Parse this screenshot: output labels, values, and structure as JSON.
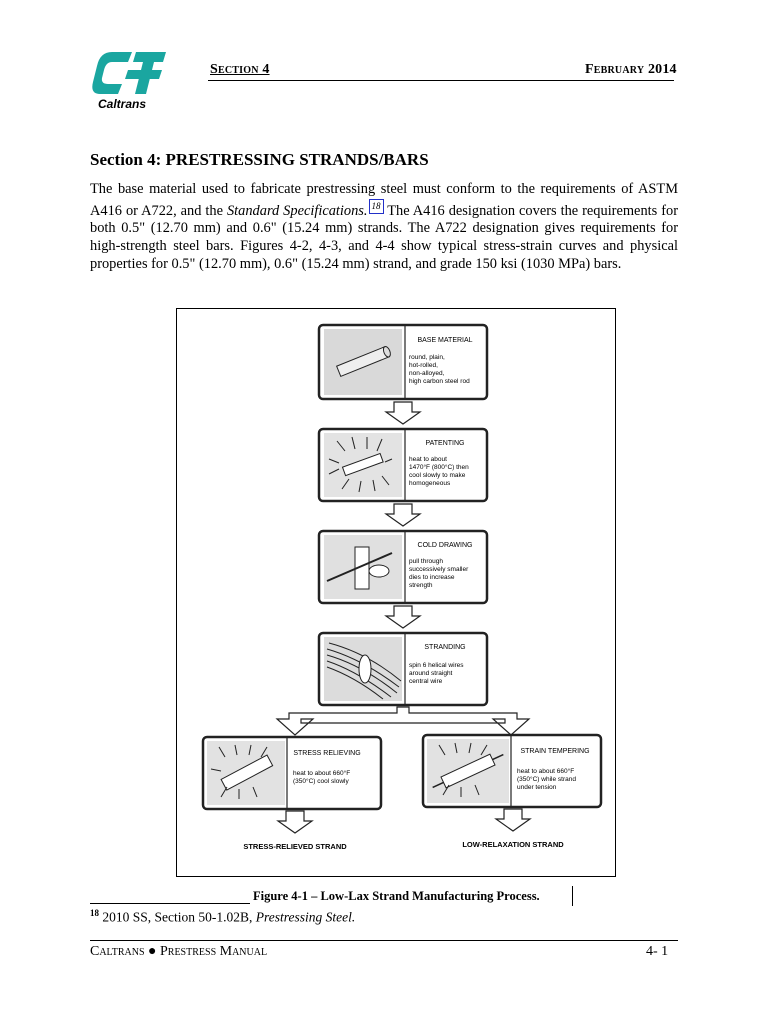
{
  "header": {
    "section": "Section 4",
    "date": "February 2014",
    "logo_text": "Caltrans"
  },
  "title": "Section 4:  PRESTRESSING STRANDS/BARS",
  "paragraph": {
    "part1": "The base material used to fabricate prestressing steel must conform to the requirements of ASTM A416 or A722, and the ",
    "italic": "Standard Specifications.",
    "ref": "18",
    "part2": " The A416 designation covers the requirements for both 0.5\" (12.70 mm) and 0.6\" (15.24 mm) strands. The A722 designation gives requirements for high-strength steel bars. Figures 4-2, 4-3, and 4-4 show typical stress-strain curves and physical properties for 0.5\" (12.70 mm), 0.6\" (15.24 mm) strand, and grade 150 ksi (1030 MPa) bars."
  },
  "figure": {
    "steps": [
      {
        "title": "BASE MATERIAL",
        "desc": [
          "round, plain,",
          "hot-rolled,",
          "non-alloyed,",
          "high carbon steel rod"
        ]
      },
      {
        "title": "PATENTING",
        "desc": [
          "heat to about",
          "1470°F (800°C) then",
          "cool slowly to make",
          "homogeneous"
        ]
      },
      {
        "title": "COLD DRAWING",
        "desc": [
          "pull through",
          "successively smaller",
          "dies to increase",
          "strength"
        ]
      },
      {
        "title": "STRANDING",
        "desc": [
          "spin 6 helical wires",
          "around straight",
          "central wire"
        ]
      }
    ],
    "branches": [
      {
        "title": "STRESS RELIEVING",
        "desc": [
          "heat to about 660°F",
          "(350°C) cool slowly"
        ],
        "result": "STRESS-RELIEVED STRAND"
      },
      {
        "title": "STRAIN TEMPERING",
        "desc": [
          "heat to about 660°F",
          "(350°C) while strand",
          "under tension"
        ],
        "result": "LOW-RELAXATION STRAND"
      }
    ]
  },
  "caption": "Figure 4-1 – Low-Lax Strand Manufacturing Process.",
  "footnote": {
    "num": "18",
    "text": " 2010 SS, Section 50-1.02B, ",
    "italic": "Prestressing Steel."
  },
  "footer": {
    "left": "Caltrans ● Prestress Manual",
    "right": "4- 1"
  }
}
